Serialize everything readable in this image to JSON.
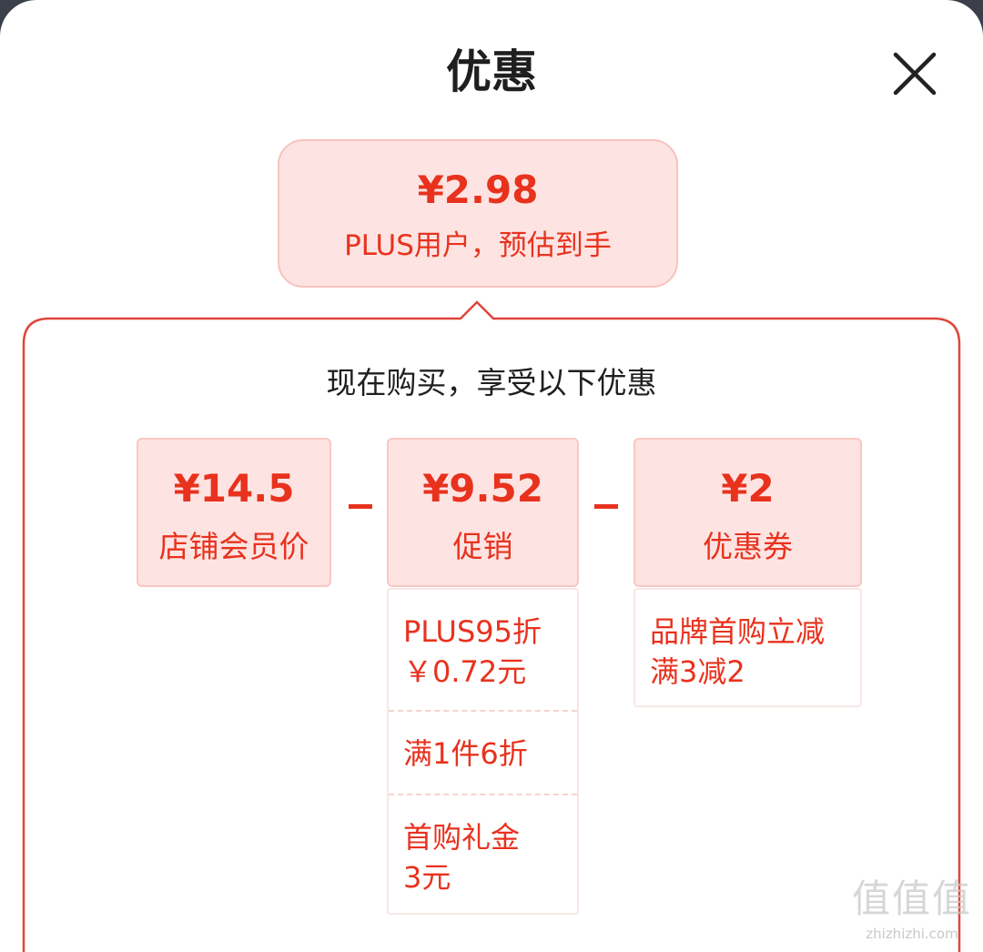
{
  "sheet": {
    "title": "优惠"
  },
  "summary": {
    "price": "¥2.98",
    "description": "PLUS用户，预估到手"
  },
  "panel": {
    "heading": "现在购买，享受以下优惠"
  },
  "cards": [
    {
      "price": "¥14.5",
      "label": "店铺会员价"
    },
    {
      "price": "¥9.52",
      "label": "促销"
    },
    {
      "price": "¥2",
      "label": "优惠券"
    }
  ],
  "promotion_details": [
    {
      "line1": "PLUS95折",
      "line2": "￥0.72元"
    },
    {
      "line1": "满1件6折",
      "line2": ""
    },
    {
      "line1": "首购礼金",
      "line2": "3元"
    }
  ],
  "coupon_details": [
    {
      "line1": "品牌首购立减",
      "line2": "满3减2"
    }
  ],
  "watermark": {
    "glyphs": "值值值",
    "url": "zhizhizhi.com"
  },
  "colors": {
    "accent": "#e8321e",
    "card_bg": "#fde4e2",
    "panel_border": "#e0453a",
    "title_text": "#1f1f1f"
  },
  "icons": {
    "close": "close-icon"
  }
}
